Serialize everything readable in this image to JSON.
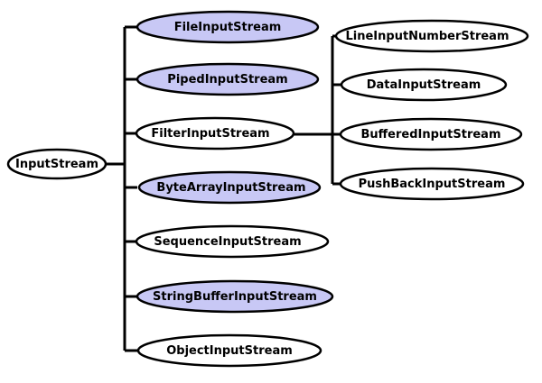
{
  "colors": {
    "highlight_fill": "#c8c8f5",
    "plain_fill": "#ffffff",
    "outline": "#000000"
  },
  "diagram": {
    "root": {
      "label": "InputStream"
    },
    "children": [
      {
        "label": "FileInputStream",
        "highlighted": true
      },
      {
        "label": "PipedInputStream",
        "highlighted": true
      },
      {
        "label": "FilterInputStream",
        "highlighted": false
      },
      {
        "label": "ByteArrayInputStream",
        "highlighted": true
      },
      {
        "label": "SequenceInputStream",
        "highlighted": false
      },
      {
        "label": "StringBufferInputStream",
        "highlighted": true
      },
      {
        "label": "ObjectInputStream",
        "highlighted": false
      }
    ],
    "filter_children": [
      {
        "label": "LineInputNumberStream",
        "highlighted": false
      },
      {
        "label": "DataInputStream",
        "highlighted": false
      },
      {
        "label": "BufferedInputStream",
        "highlighted": false
      },
      {
        "label": "PushBackInputStream",
        "highlighted": false
      }
    ]
  }
}
